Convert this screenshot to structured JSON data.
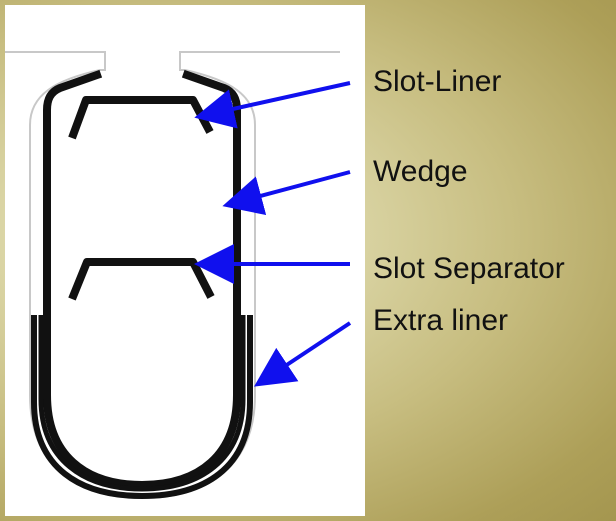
{
  "labels": {
    "slot_liner": "Slot-Liner",
    "wedge": "Wedge",
    "slot_separator": "Slot Separator",
    "extra_liner": "Extra liner"
  },
  "colors": {
    "arrow": "#1010ee",
    "ink": "#111111",
    "outline": "#c8c8c8",
    "panel": "#ffffff"
  }
}
